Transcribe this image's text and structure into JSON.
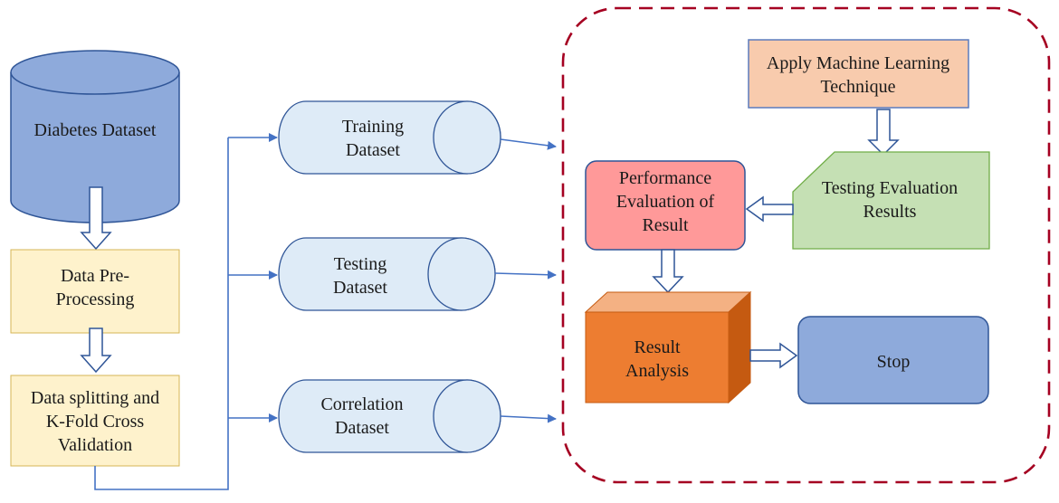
{
  "nodes": {
    "diabetes_dataset": {
      "lines": [
        "Diabetes Dataset"
      ],
      "shape": "database-cylinder",
      "fill": "#8eaadb"
    },
    "data_preprocessing": {
      "lines": [
        "Data Pre-",
        "Processing"
      ],
      "fill": "#fef2cc"
    },
    "data_splitting": {
      "lines": [
        "Data splitting and",
        "K-Fold Cross",
        "Validation"
      ],
      "fill": "#fef2cc"
    },
    "training_dataset": {
      "lines": [
        "Training",
        "Dataset"
      ],
      "shape": "horizontal-cylinder",
      "fill": "#deebf7"
    },
    "testing_dataset": {
      "lines": [
        "Testing",
        "Dataset"
      ],
      "shape": "horizontal-cylinder",
      "fill": "#deebf7"
    },
    "correlation_dataset": {
      "lines": [
        "Correlation",
        "Dataset"
      ],
      "shape": "horizontal-cylinder",
      "fill": "#deebf7"
    },
    "apply_ml": {
      "lines": [
        "Apply Machine Learning",
        "Technique"
      ],
      "fill": "#f8cbad"
    },
    "testing_evaluation": {
      "lines": [
        "Testing Evaluation",
        "Results"
      ],
      "shape": "snipped-corner",
      "fill": "#c5e0b4"
    },
    "performance_evaluation": {
      "lines": [
        "Performance",
        "Evaluation of",
        "Result"
      ],
      "fill": "#ff9999"
    },
    "result_analysis": {
      "lines": [
        "Result",
        "Analysis"
      ],
      "shape": "3d-cube",
      "fill": "#ed7d31"
    },
    "stop": {
      "lines": [
        "Stop"
      ],
      "fill": "#8eaadb"
    }
  },
  "colors": {
    "connector": "#4472c4",
    "boundary": "#a50021",
    "text": "#1a1a1a",
    "arrow_outline": "#2f5597"
  }
}
